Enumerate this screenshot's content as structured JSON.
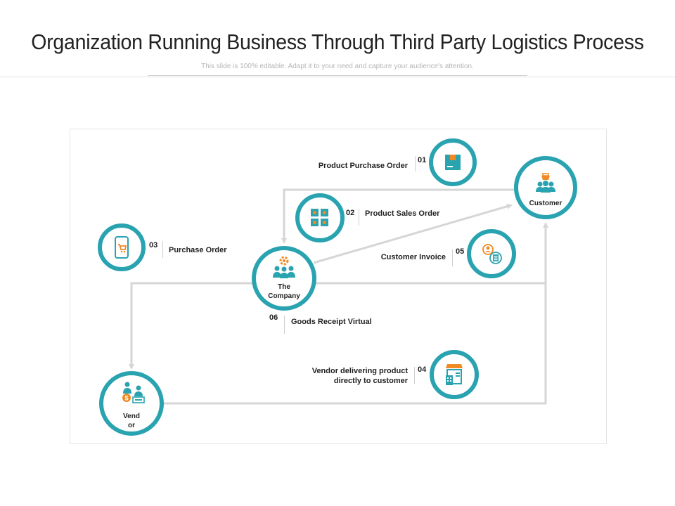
{
  "slide": {
    "title": "Organization Running Business Through Third Party Logistics Process",
    "subtitle": "This slide is 100% editable. Adapt it to your need and capture your audience's attention."
  },
  "nodes": {
    "company": {
      "label_line1": "The",
      "label_line2": "Company"
    },
    "customer": {
      "label": "Customer"
    },
    "vendor": {
      "label_line1": "Vend",
      "label_line2": "or"
    }
  },
  "steps": [
    {
      "number": "01",
      "label": "Product Purchase Order"
    },
    {
      "number": "02",
      "label": "Product Sales Order"
    },
    {
      "number": "03",
      "label": "Purchase Order"
    },
    {
      "number": "04",
      "label_line1": "Vendor delivering product",
      "label_line2": "directly to customer"
    },
    {
      "number": "05",
      "label": "Customer Invoice"
    },
    {
      "number": "06",
      "label": "Goods Receipt  Virtual"
    }
  ],
  "colors": {
    "teal": "#2aa3b1",
    "orange": "#f08a24",
    "line": "#d6d6d6"
  }
}
